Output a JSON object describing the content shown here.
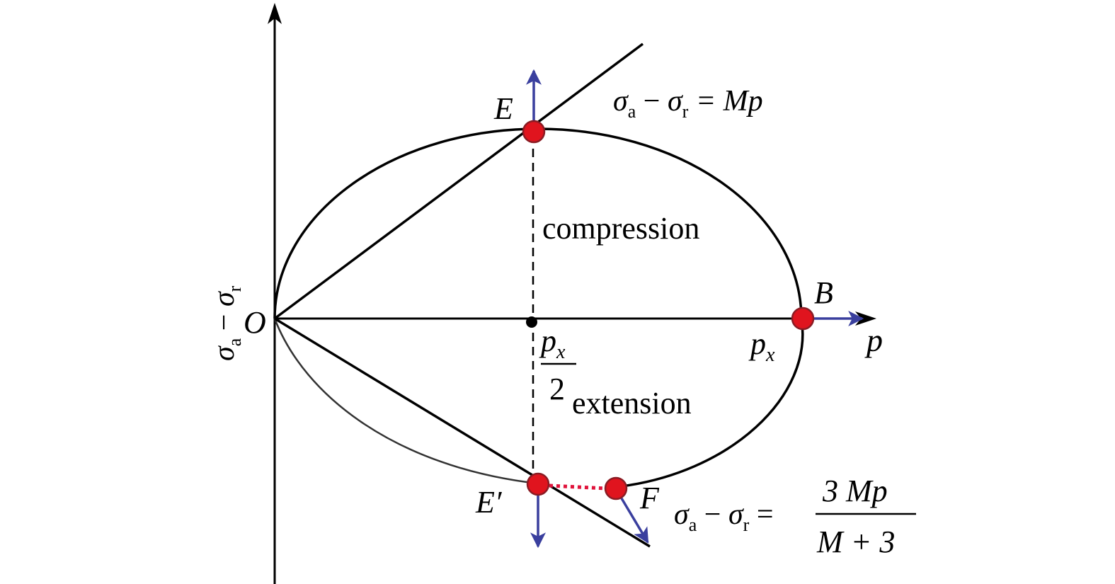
{
  "labels": {
    "y_axis_sigma_a": "σ",
    "y_axis_sub_a": "a",
    "y_axis_minus": " − ",
    "y_axis_sigma_r": "σ",
    "y_axis_sub_r": "r",
    "x_axis": "p",
    "origin": "O",
    "point_E": "E",
    "point_B": "B",
    "point_E_prime": "E′",
    "point_F": "F",
    "px_top": "p",
    "px_top_sub": "x",
    "px_half_num": "p",
    "px_half_num_sub": "x",
    "px_half_den": "2",
    "compression": "compression",
    "extension": "extension",
    "eq1_sigma_a": "σ",
    "eq1_sub_a": "a",
    "eq1_minus": " − ",
    "eq1_sigma_r": "σ",
    "eq1_sub_r": "r",
    "eq1_rhs": " = Mp",
    "eq2_sigma_a": "σ",
    "eq2_sub_a": "a",
    "eq2_minus": " − ",
    "eq2_sigma_r": "σ",
    "eq2_sub_r": "r",
    "eq2_equals": " =",
    "eq2_num": "3 Mp",
    "eq2_den": "M + 3"
  },
  "colors": {
    "line": "#000000",
    "point_fill": "#e0141e",
    "point_stroke": "#8a1c24",
    "vector": "#3a3f9e",
    "dotted": "#e0143c"
  }
}
